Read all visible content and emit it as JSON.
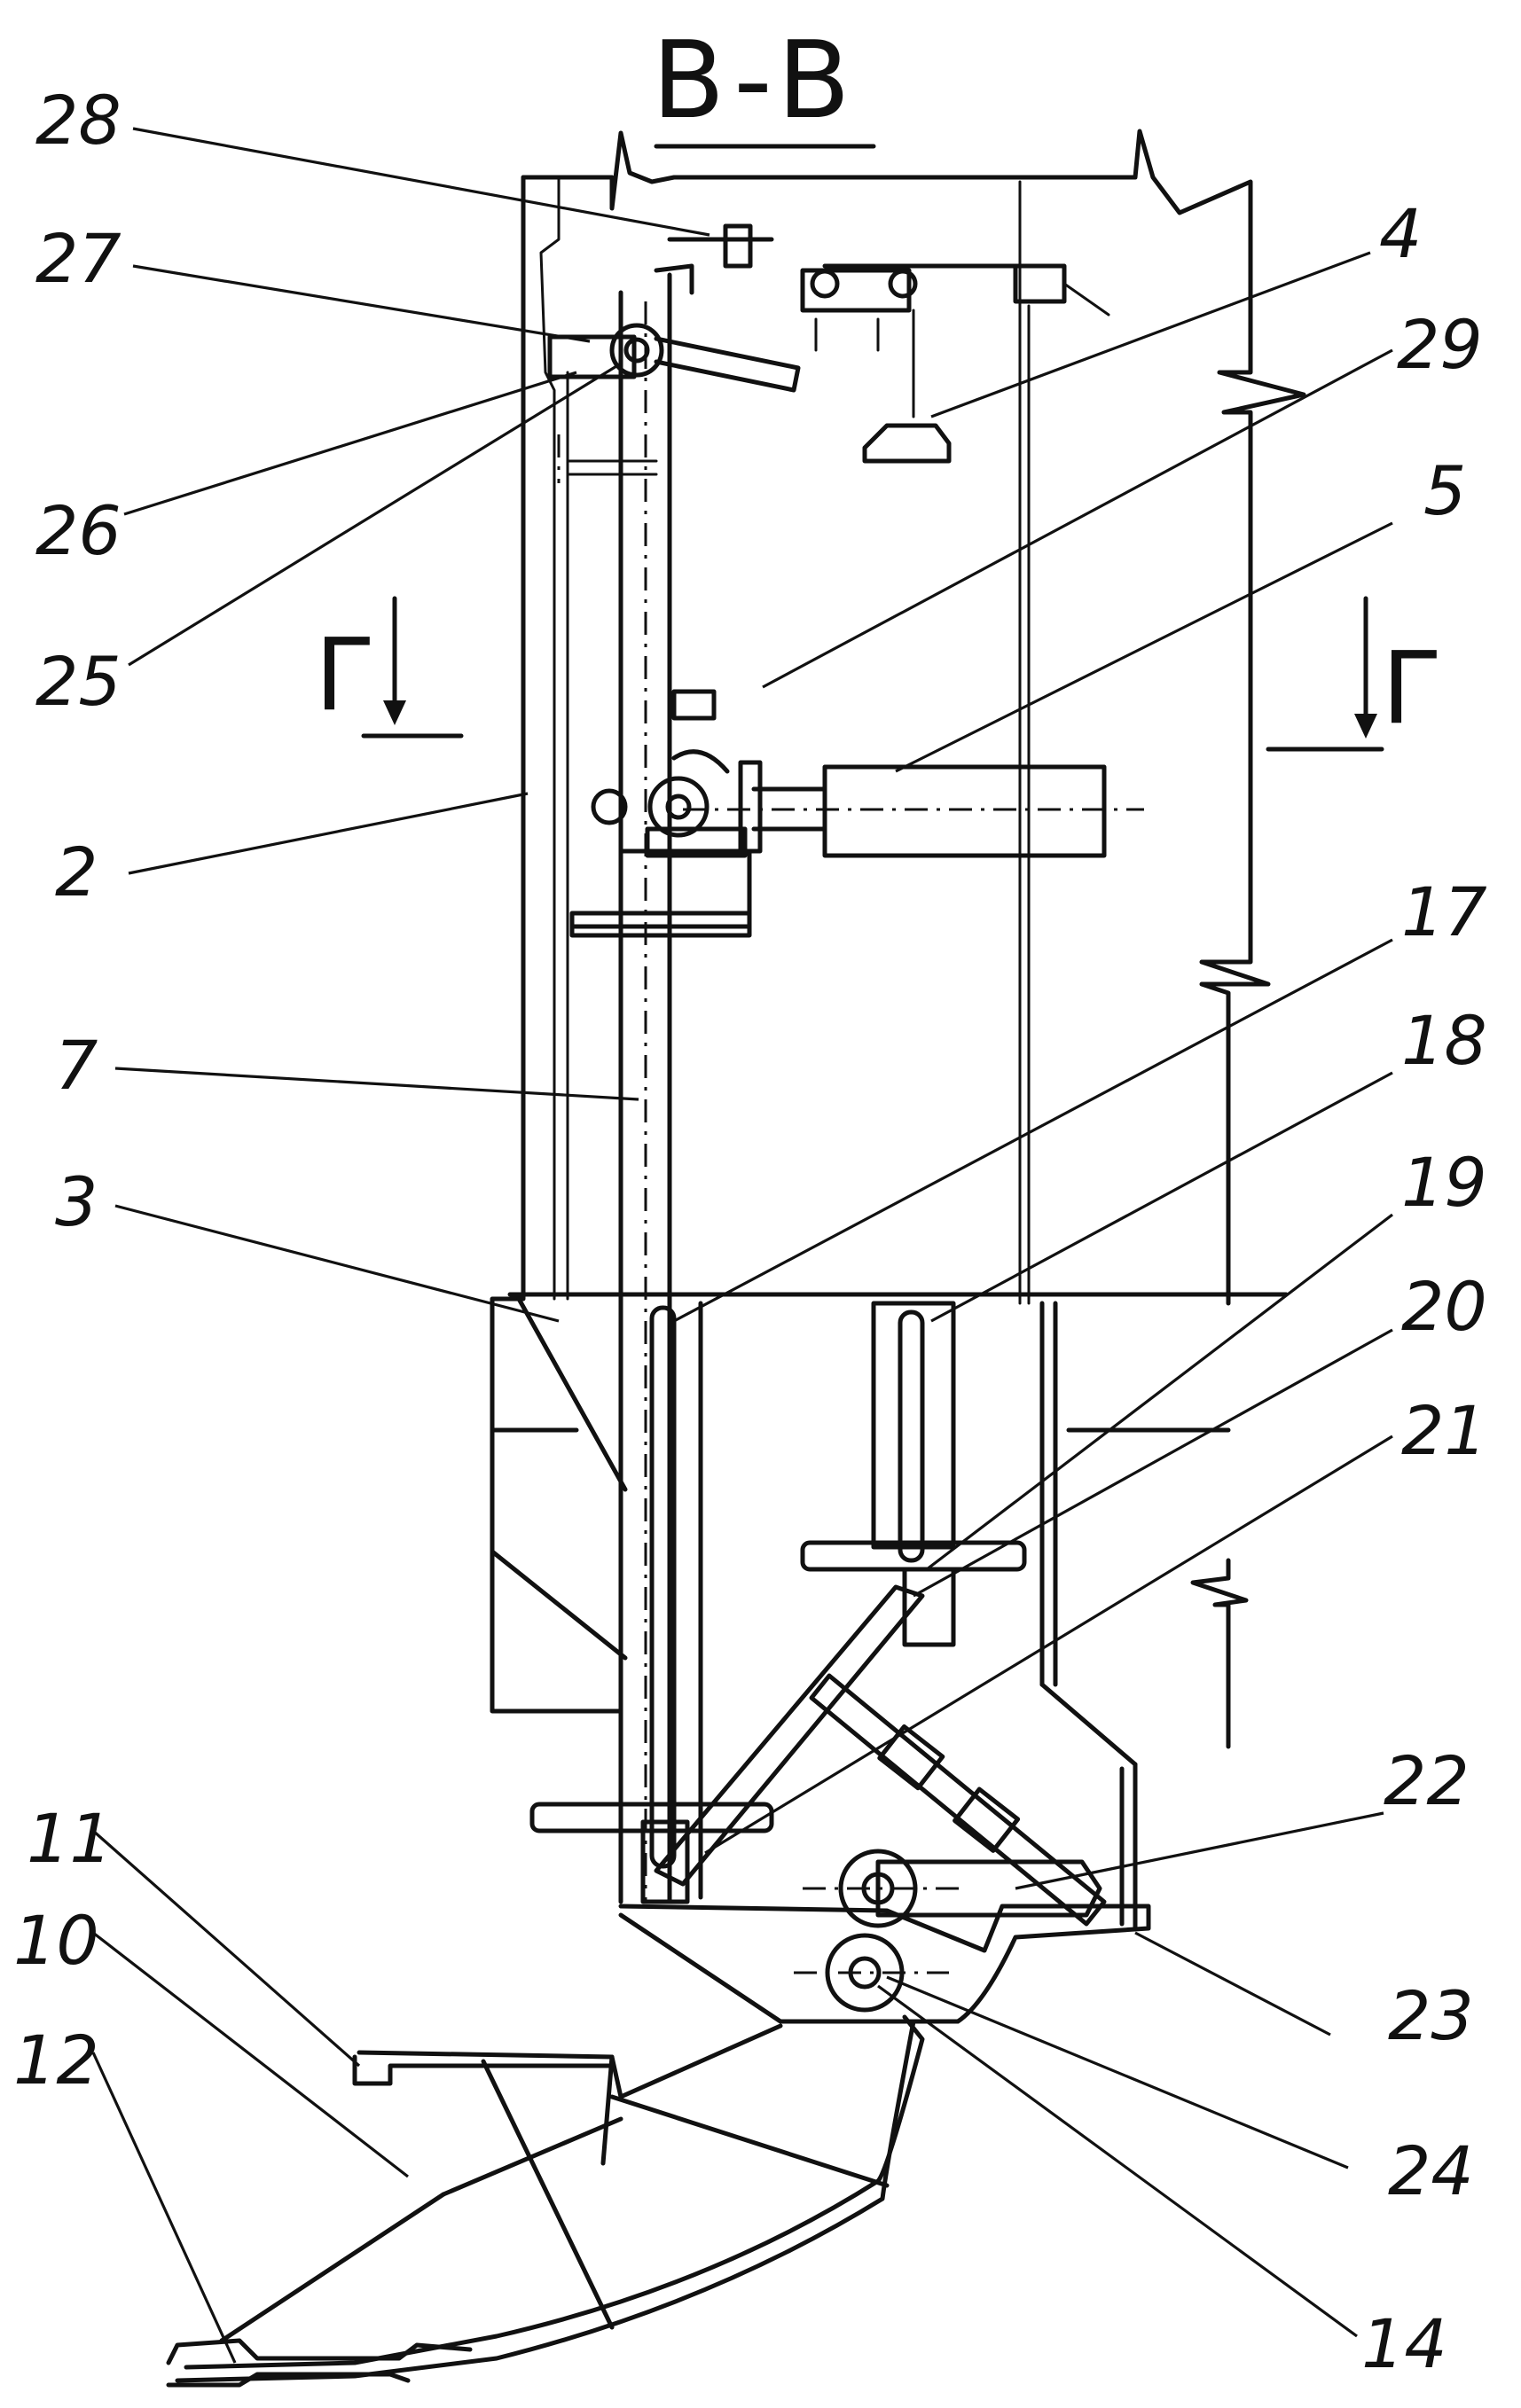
{
  "section_title": "B-B",
  "cut_marks": {
    "left": "Г",
    "right": "Г"
  },
  "callouts": [
    {
      "id": "28",
      "text": "28"
    },
    {
      "id": "27",
      "text": "27"
    },
    {
      "id": "26",
      "text": "26"
    },
    {
      "id": "25",
      "text": "25"
    },
    {
      "id": "2",
      "text": "2"
    },
    {
      "id": "7",
      "text": "7"
    },
    {
      "id": "3",
      "text": "3"
    },
    {
      "id": "11",
      "text": "11"
    },
    {
      "id": "10",
      "text": "10"
    },
    {
      "id": "12",
      "text": "12"
    },
    {
      "id": "4",
      "text": "4"
    },
    {
      "id": "29",
      "text": "29"
    },
    {
      "id": "5",
      "text": "5"
    },
    {
      "id": "17",
      "text": "17"
    },
    {
      "id": "18",
      "text": "18"
    },
    {
      "id": "19",
      "text": "19"
    },
    {
      "id": "20",
      "text": "20"
    },
    {
      "id": "21",
      "text": "21"
    },
    {
      "id": "22",
      "text": "22"
    },
    {
      "id": "23",
      "text": "23"
    },
    {
      "id": "24",
      "text": "24"
    },
    {
      "id": "14",
      "text": "14"
    }
  ]
}
